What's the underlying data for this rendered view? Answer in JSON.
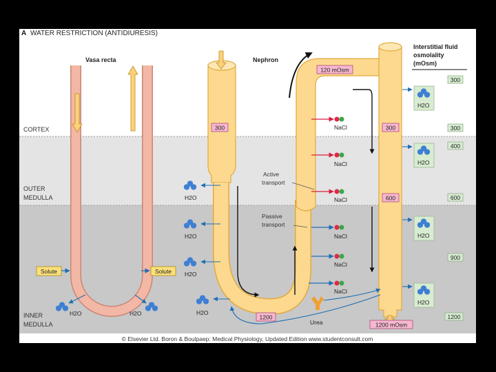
{
  "figure": {
    "panel_letter": "A",
    "title": "WATER RESTRICTION (ANTIDIURESIS)",
    "copyright": "© Elsevier Ltd. Boron & Boulpaep: Medical Physiology, Updated Edition   www.studentconsult.com"
  },
  "zones": {
    "cortex": "CORTEX",
    "outer_medulla": [
      "OUTER",
      "MEDULLA"
    ],
    "inner_medulla": [
      "INNER",
      "MEDULLA"
    ]
  },
  "vasa_recta": {
    "title": "Vasa recta",
    "solute_left": "Solute",
    "solute_right": "Solute",
    "water_left": "H2O",
    "water_right": "H2O"
  },
  "nephron": {
    "title": "Nephron",
    "osm_top": "120 mOsm",
    "proximal_value": "300",
    "loop_bottom_value": "1200",
    "collecting_300": "300",
    "collecting_600": "600",
    "urine_value": "1200 mOsm",
    "active_transport": [
      "Active",
      "transport"
    ],
    "passive_transport": [
      "Passive",
      "transport"
    ],
    "nacl_label": "NaCl",
    "urea_label": "Urea",
    "water_label": "H2O"
  },
  "interstitial": {
    "header": [
      "Interstitial fluid",
      "osmolality",
      "(mOsm)"
    ],
    "values": [
      "300",
      "300",
      "400",
      "600",
      "900",
      "1200"
    ]
  },
  "colors": {
    "cortex_bg": "#ffffff",
    "outer_medulla_bg": "#e4e4e4",
    "inner_medulla_bg": "#c8c8c8",
    "vasa_fill": "#f3b7a5",
    "vasa_stroke": "#c98674",
    "tube_fill": "#fcd98f",
    "tube_stroke": "#e2a93c",
    "label_fill": "#f6b8d0",
    "label_stroke": "#b04a78",
    "solute_fill": "#fbe07a",
    "value_box_fill": "#d7ecd0",
    "arrow_blue": "#1f6fb2",
    "arrow_red": "#d81e3c",
    "water_blue": "#3f7fd3",
    "urea_orange": "#f0a030"
  }
}
